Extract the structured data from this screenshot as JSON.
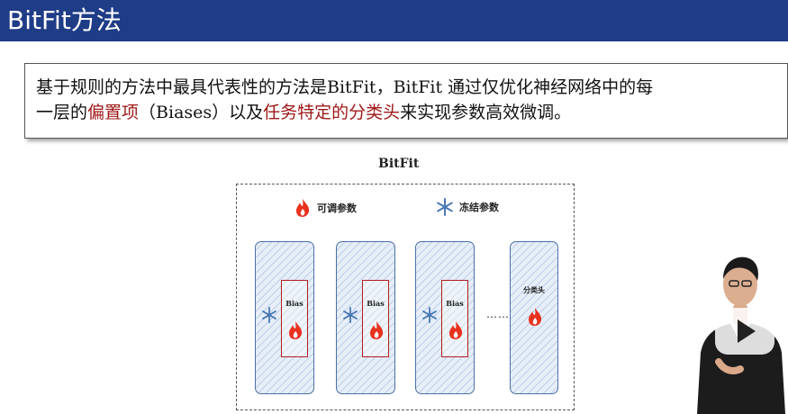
{
  "slide": {
    "title": "BitFit方法",
    "description": {
      "line1": "基于规则的方法中最具代表性的方法是BitFit，BitFit 通过仅优化神经网络中的每",
      "line2_pre": "一层的",
      "highlight1": "偏置项",
      "line2_mid1": "（Biases）以及",
      "highlight2": "任务特定的分类头",
      "line2_post": "来实现参数高效微调。"
    }
  },
  "figure": {
    "title": "BitFit",
    "legend": {
      "trainable": "可调参数",
      "frozen": "冻结参数"
    },
    "bias_label": "Bias",
    "head_label": "分类头",
    "ellipsis": "……"
  },
  "colors": {
    "title_bar": "#1f3c87",
    "highlight": "#a01818",
    "column_border": "#4b6fa8",
    "bias_border": "#b01e1e",
    "fire": "#e8321e",
    "snow": "#4a79b3"
  },
  "icons": {
    "trainable": "fire-icon",
    "frozen": "snowflake-icon",
    "video": "play-icon"
  }
}
